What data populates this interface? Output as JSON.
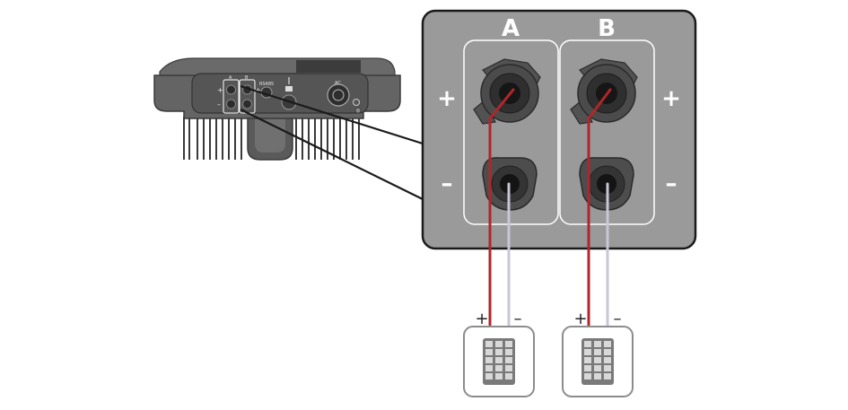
{
  "inverter": {
    "port_a_label": "A",
    "port_b_label": "B",
    "plus_sign": "+",
    "minus_sign": "–",
    "rs485_label": "RS485",
    "ac_label": "AC"
  },
  "detail": {
    "input_a_label": "A",
    "input_b_label": "B",
    "plus_sign": "+",
    "minus_sign": "–"
  },
  "pv_strings": [
    {
      "plus_sign": "+",
      "minus_sign": "–"
    },
    {
      "plus_sign": "+",
      "minus_sign": "–"
    }
  ],
  "colors": {
    "positive_cable": "#b0262a",
    "negative_cable": "#c9c6d6",
    "housing": "#5e5e5e",
    "detail_panel": "#9a9a9a"
  }
}
